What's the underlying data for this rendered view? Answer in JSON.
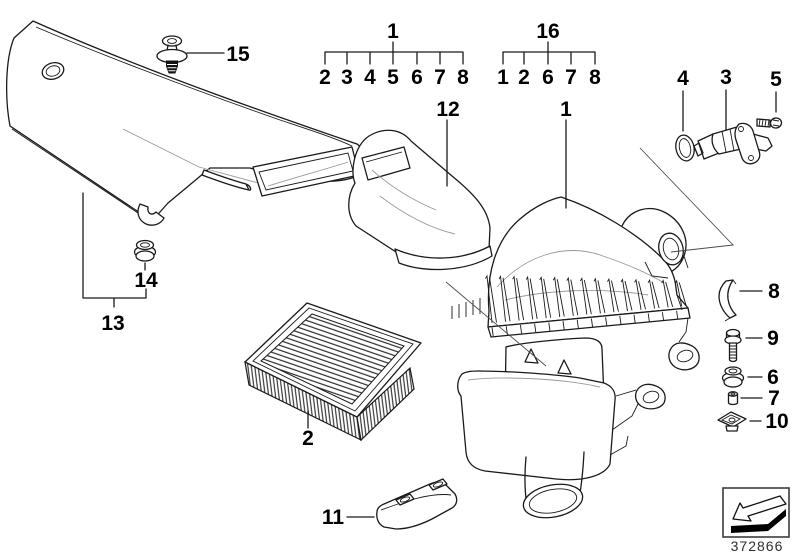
{
  "diagram_number": {
    "value": "372866"
  },
  "bracket_groups": {
    "left": {
      "parent": "1",
      "children": [
        "2",
        "3",
        "4",
        "5",
        "6",
        "7",
        "8"
      ]
    },
    "right": {
      "parent": "16",
      "children": [
        "1",
        "2",
        "6",
        "7",
        "8"
      ]
    }
  },
  "callouts": {
    "rivet": "15",
    "intake_duct": "12",
    "silencer_housing": "1",
    "o_ring": "4",
    "maf_sensor": "3",
    "sensor_screw": "5",
    "holder_clip": "8",
    "hex_bolt": "9",
    "rubber_grommet": "6",
    "spacer_sleeve": "7",
    "clip_nut": "10",
    "filter_element": "2",
    "rubber_mount": "11",
    "air_channel": "13",
    "channel_grommet": "14"
  },
  "colors": {
    "line": "#1a1a1a",
    "light_line": "#9a9a9a",
    "background": "#ffffff",
    "stamp_fill": "#000000"
  }
}
